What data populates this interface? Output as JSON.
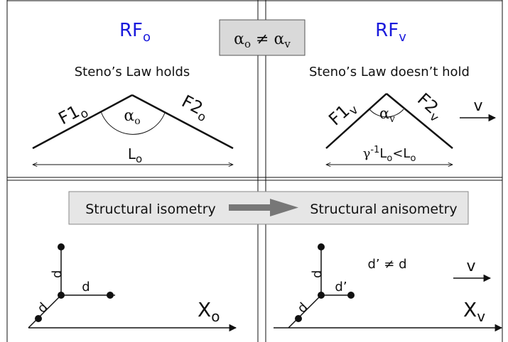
{
  "left_panel": {
    "frame_title": {
      "main": "RF",
      "sub": "o"
    },
    "law_statement": "Steno’s Law holds",
    "face1": {
      "main": "F1",
      "sub": "o"
    },
    "face2": {
      "main": "F2",
      "sub": "o"
    },
    "angle": {
      "main": "α",
      "sub": "o"
    },
    "length": {
      "main": "L",
      "sub": "o"
    },
    "lattice": {
      "d_bottom": "d",
      "d_vertical": "d",
      "d_diagonal": "d"
    },
    "axis": {
      "main": "X",
      "sub": "o"
    }
  },
  "right_panel": {
    "frame_title": {
      "main": "RF",
      "sub": "v"
    },
    "law_statement": "Steno’s Law doesn’t hold",
    "face1": {
      "main": "F1",
      "sub": "v"
    },
    "face2": {
      "main": "F2",
      "sub": "v"
    },
    "angle": {
      "main": "α",
      "sub": "v"
    },
    "length": {
      "gamma": "γ",
      "exp": "-1",
      "main": "L",
      "sub": "o",
      "lt": "<L",
      "sub2": "o"
    },
    "velocity": "v",
    "lattice": {
      "inequality": "d’ ≠ d",
      "d_prime": "d’",
      "d_vertical": "d",
      "d_diagonal": "d"
    },
    "lattice_velocity": "v",
    "axis": {
      "main": "X",
      "sub": "v"
    }
  },
  "center": {
    "angle_inequality": {
      "a": "α",
      "a_sub": "o",
      "neq": "≠",
      "b": "α",
      "b_sub": "v"
    },
    "banner_left": "Structural isometry",
    "banner_right": "Structural anisometry"
  }
}
